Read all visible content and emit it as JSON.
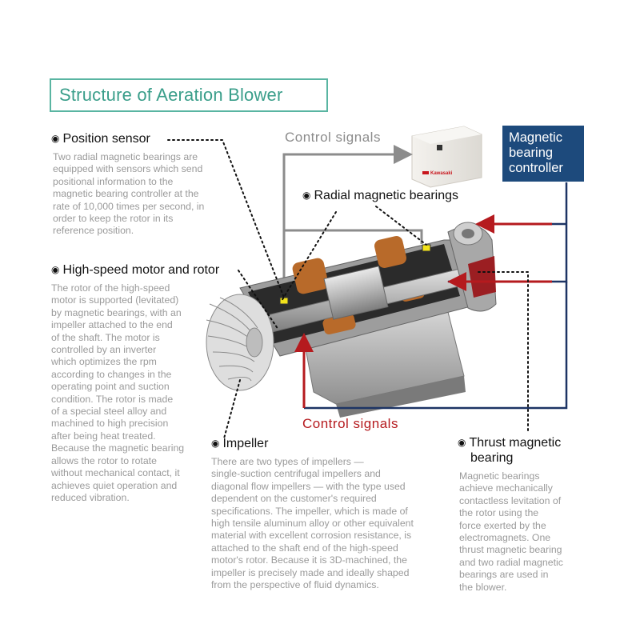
{
  "title": "Structure of Aeration Blower",
  "controller": {
    "lines": [
      "Magnetic",
      "bearing",
      "controller"
    ],
    "brand": "Kawasaki"
  },
  "control_signals_top": "Control signals",
  "control_signals_bottom": "Control signals",
  "radial_label": "Radial magnetic bearings",
  "position_sensor": {
    "heading": "Position sensor",
    "body": [
      "Two radial magnetic bearings are",
      "equipped with sensors which send",
      "positional information to the",
      "magnetic bearing controller at the",
      "rate of 10,000 times per second, in",
      "order to keep the rotor in its",
      "reference position."
    ]
  },
  "motor": {
    "heading": "High-speed motor and rotor",
    "body": [
      "The rotor of the high-speed",
      "motor is supported (levitated)",
      "by magnetic bearings, with an",
      "impeller attached to the end",
      "of the shaft. The motor is",
      "controlled by an inverter",
      "which optimizes the rpm",
      "according to changes in the",
      "operating point and suction",
      "condition. The rotor is made",
      "of a special steel alloy and",
      "machined to high precision",
      "after being heat treated.",
      "Because the magnetic bearing",
      "allows the rotor to rotate",
      "without mechanical contact, it",
      "achieves quiet operation and",
      "reduced vibration."
    ]
  },
  "impeller": {
    "heading": "Impeller",
    "body": [
      "There are two types of impellers —",
      "single-suction centrifugal impellers and",
      "diagonal flow impellers — with the type used",
      "dependent on the customer's required",
      "specifications. The impeller, which is made of",
      "high tensile aluminum alloy or other equivalent",
      "material with excellent corrosion resistance, is",
      "attached to the shaft end of the high-speed",
      "motor's rotor. Because it is 3D-machined, the",
      "impeller is precisely made and ideally shaped",
      "from the perspective of fluid dynamics."
    ]
  },
  "thrust": {
    "heading_lines": [
      "Thrust magnetic",
      "bearing"
    ],
    "body": [
      "Magnetic bearings",
      "achieve mechanically",
      "contactless levitation of",
      "the rotor using the",
      "force exerted by the",
      "electromagnets. One",
      "thrust magnetic bearing",
      "and two radial magnetic",
      "bearings are used in",
      "the blower."
    ]
  },
  "colors": {
    "accent_teal": "#3a9e8a",
    "controller_blue": "#1d4a7c",
    "signal_red": "#b51a1e",
    "signal_gray": "#8c8c8c"
  }
}
